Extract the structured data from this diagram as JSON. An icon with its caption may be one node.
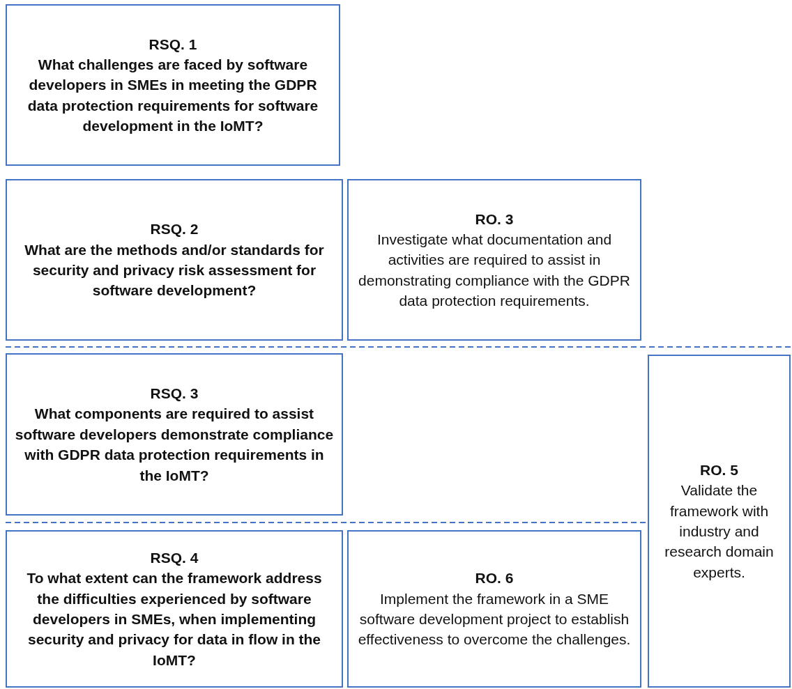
{
  "diagram": {
    "nodes": [
      {
        "text": [
          "RSQ. 1",
          "What challenges are faced by software developers in SMEs in meeting the GDPR data protection requirements for software development in the IoMT?"
        ]
      },
      {
        "text": [
          "RSQ. 2",
          "What are the methods and/or standards for security and privacy risk assessment for software development?"
        ]
      },
      {
        "text": [
          "RO. 3",
          "Investigate what documentation and activities are required to assist in demonstrating compliance with the GDPR data protection requirements."
        ]
      },
      {
        "text": [
          "RSQ. 3",
          "What components are required to assist software developers demonstrate compliance with GDPR data protection requirements in the IoMT?"
        ]
      },
      {
        "text": [
          "RO. 5",
          "Validate the framework with industry and research domain experts."
        ]
      },
      {
        "text": [
          "RSQ. 4",
          "To what extent can the framework address the difficulties experienced by software developers in SMEs, when implementing security and privacy for data in flow in the IoMT?"
        ]
      },
      {
        "text": [
          "RO. 6",
          "Implement the framework in a SME software development project to establish effectiveness to overcome the challenges."
        ]
      }
    ],
    "edges": []
  }
}
